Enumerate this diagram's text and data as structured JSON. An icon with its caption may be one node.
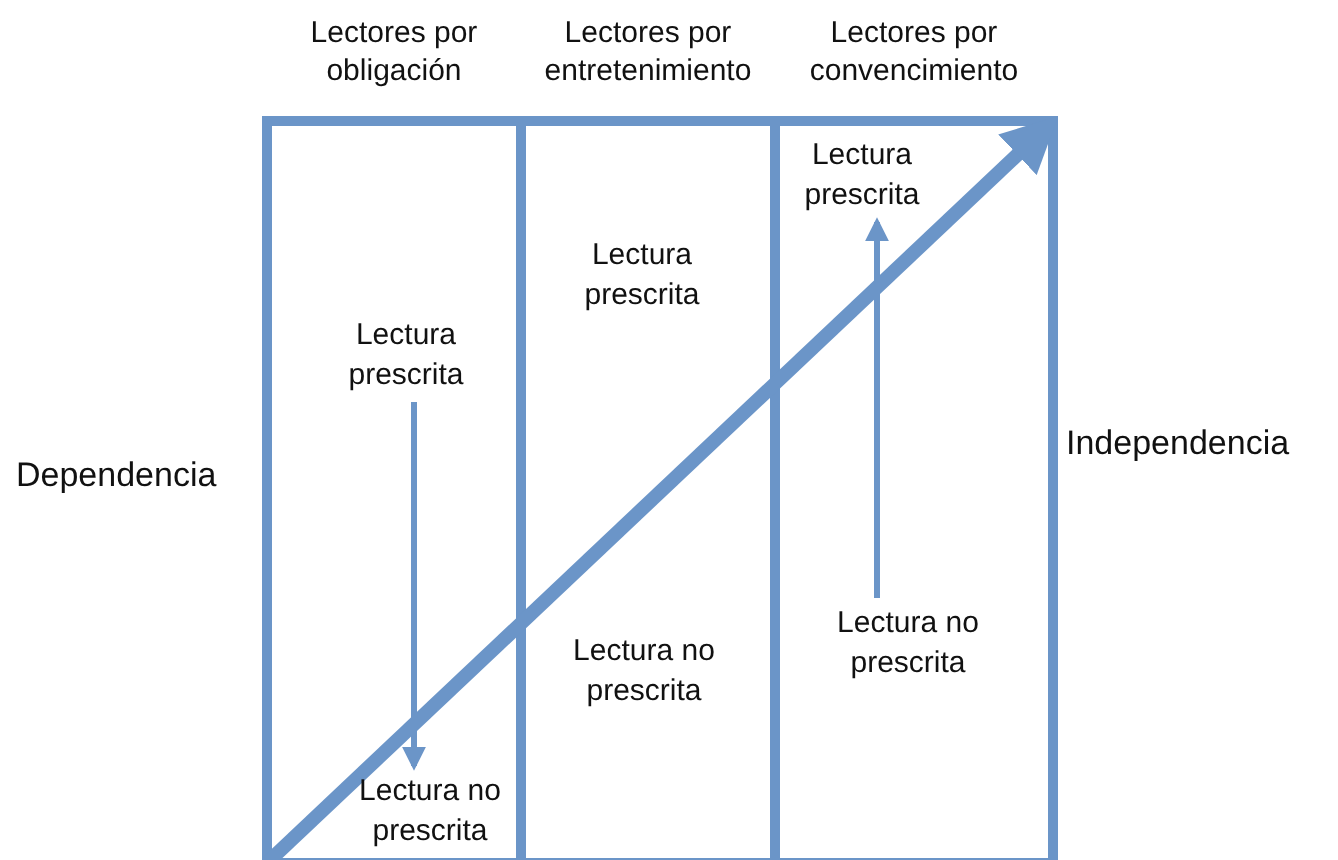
{
  "diagram": {
    "nodes": [
      {
        "text": [
          "Lectores por obligación"
        ]
      },
      {
        "text": [
          "Lectores por entretenimiento"
        ]
      },
      {
        "text": [
          "Lectores por convencimiento"
        ]
      },
      {
        "text": [
          "Lectura prescrita"
        ],
        "in": 0
      },
      {
        "text": [
          "Lectura no prescrita"
        ],
        "in": 0
      },
      {
        "text": [
          "Lectura prescrita"
        ],
        "in": 1
      },
      {
        "text": [
          "Lectura no prescrita"
        ],
        "in": 1
      },
      {
        "text": [
          "Lectura prescrita"
        ],
        "in": 2
      },
      {
        "text": [
          "Lectura no prescrita"
        ],
        "in": 2
      }
    ],
    "edges": [
      {
        "from": 0,
        "to": 2,
        "arrow": "to",
        "style": "thick"
      },
      {
        "from": 3,
        "to": 4,
        "arrow": "to"
      },
      {
        "from": 8,
        "to": 7,
        "arrow": "to"
      }
    ],
    "labels": [
      "Dependencia",
      "Independencia"
    ]
  }
}
